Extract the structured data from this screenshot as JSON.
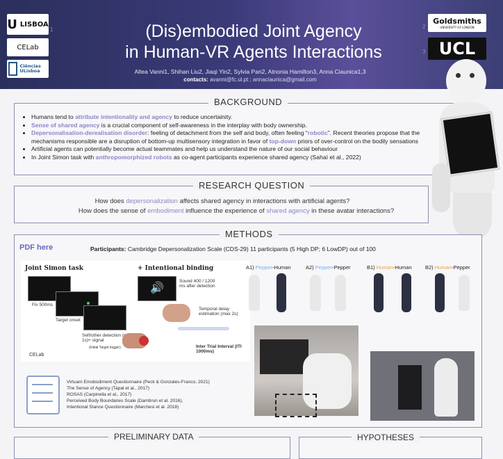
{
  "header": {
    "title_line1": "(Dis)embodied Joint Agency",
    "title_line2": "in Human-VR Agents Interactions",
    "authors": "Altea Vanni1, Shihan Liu2, Jiaqi Yin2, Sylvia Pan2, Atnonia Hamilton3, Anna Ciaunica1,3",
    "contacts_label": "contacts:",
    "contacts_value": "avanni@fc.ul.pt ; annaciaunica@gmail.com",
    "logos_left": [
      "LISBOA",
      "CELab",
      "Ciências ULisboa"
    ],
    "logo_nums_left": [
      "1"
    ],
    "logos_right": [
      "Goldsmiths",
      "UNIVERSITY OF LONDON",
      "UCL"
    ],
    "logo_nums_right": [
      "2",
      "3"
    ]
  },
  "background": {
    "title": "BACKGROUND",
    "b1_pre": "Humans tend to ",
    "b1_hl": "attribute intentionality and agency",
    "b1_post": " to reduce uncertainity.",
    "b2_hl": "Sense of shared agency",
    "b2_post": " is a crucial component of self-awareness in the interplay with body ownership.",
    "b3_hl": "Depersonalisation-derealisation disorder",
    "b3_mid": ": feeling of detachment from the self and body, often feeling “",
    "b3_hl2": "robotic",
    "b3_mid2": "”. Recent theories propose that the mechanisms responsible are a disruption of bottom-up multisensory integration in favor of ",
    "b3_hl3": "top-down",
    "b3_post": " priors of over-control on the bodily sensations",
    "b4": "Artificial agents can potentially become actual teammates and help us understand the nature of our social behaviour",
    "b5_pre": "In Joint Simon task with ",
    "b5_hl": "anthropomorphized robots",
    "b5_post": " as co-agent participants experience shared agency (Sahaï et al., 2022)"
  },
  "research_question": {
    "title": "RESEARCH QUESTION",
    "q1_pre": "How does ",
    "q1_hl": "depersonalization",
    "q1_post": " affects shared agency in interactions with artificial agents?",
    "q2_pre": "How does the sense of ",
    "q2_hl": "embodiment",
    "q2_mid": " influence the experience of ",
    "q2_hl2": "shared agency",
    "q2_post": " in these avatar interactions?"
  },
  "methods": {
    "title": "METHODS",
    "pdf_link": "PDF here",
    "participants_label": "Participants:",
    "participants_text": "Cambridge Depersonalization Scale (CDS-29) 11 participants (5 High DP; 6 LowDP) out of 100",
    "joint_simon_title": "Joint Simon task",
    "intentional_binding_title": "+ Intentional binding",
    "fix_label": "Fix 500ms",
    "target_label": "Target onset",
    "detection_label": "Self/other detection (max 1s)+ signal",
    "detection_sub": "(Initial Target trigger)",
    "sound_label": "Sound 400 / 1200 ms after detection",
    "temporal_label": "Temporal delay estimation (max 2s)",
    "iti_label": "Inter Trial Interval (ITI 1000ms)",
    "conditions": [
      {
        "prefix": "A1) ",
        "a": "Pepper",
        "b": "-Human"
      },
      {
        "prefix": "A2) ",
        "a": "Pepper",
        "b": "-Pepper"
      },
      {
        "prefix": "B1) ",
        "a": "Human",
        "b": "-Human"
      },
      {
        "prefix": "B2) ",
        "a": "Human",
        "b": "-Pepper"
      }
    ],
    "questionnaires": [
      "Virtuam Emobodiment Questionnaire (Peck & Gonzales-Franco, 2021)",
      "The Sense of Agency (Tapal et al., 2017)",
      "ROSAS (Carpinella et al., 2017)",
      "Perceived Body Boundaries Scale (Dambrun et al. 2016),",
      "Intentional Stance Questionnaire (Marchesi et al. 2018)"
    ]
  },
  "bottom": {
    "preliminary": "PRELIMINARY DATA",
    "hypotheses": "HYPOTHESES"
  },
  "colors": {
    "accent": "#8a86c8",
    "orange": "#e9a13e",
    "header_dark": "#2b2f5c"
  }
}
